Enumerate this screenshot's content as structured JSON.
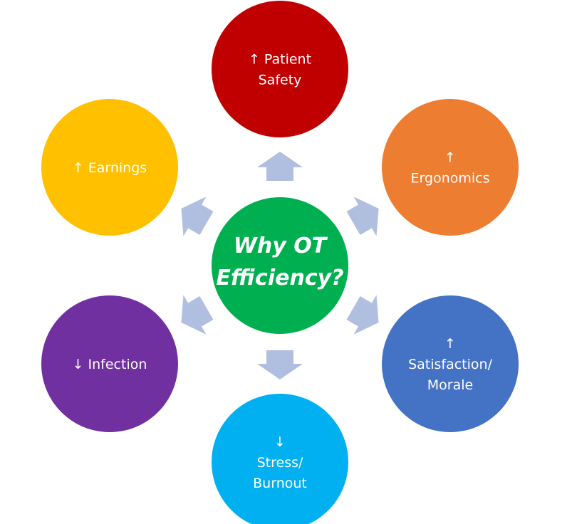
{
  "center": {
    "lines": [
      "Why OT",
      "Efficiency?"
    ],
    "color": "#00B050"
  },
  "arrow_color": "#B0BEDF",
  "nodes": [
    {
      "id": "patient-safety",
      "lines": [
        "↑ Patient",
        "Safety"
      ],
      "color": "#C00000"
    },
    {
      "id": "ergonomics",
      "lines": [
        "↑",
        "Ergonomics"
      ],
      "color": "#ED7D31"
    },
    {
      "id": "satisfaction-morale",
      "lines": [
        "↑",
        "Satisfaction/",
        "Morale"
      ],
      "color": "#4472C4"
    },
    {
      "id": "stress-burnout",
      "lines": [
        "↓",
        "Stress/",
        "Burnout"
      ],
      "color": "#00B0F0"
    },
    {
      "id": "infection",
      "lines": [
        "↓ Infection"
      ],
      "color": "#7030A0"
    },
    {
      "id": "earnings",
      "lines": [
        "↑ Earnings"
      ],
      "color": "#FFC000"
    }
  ]
}
